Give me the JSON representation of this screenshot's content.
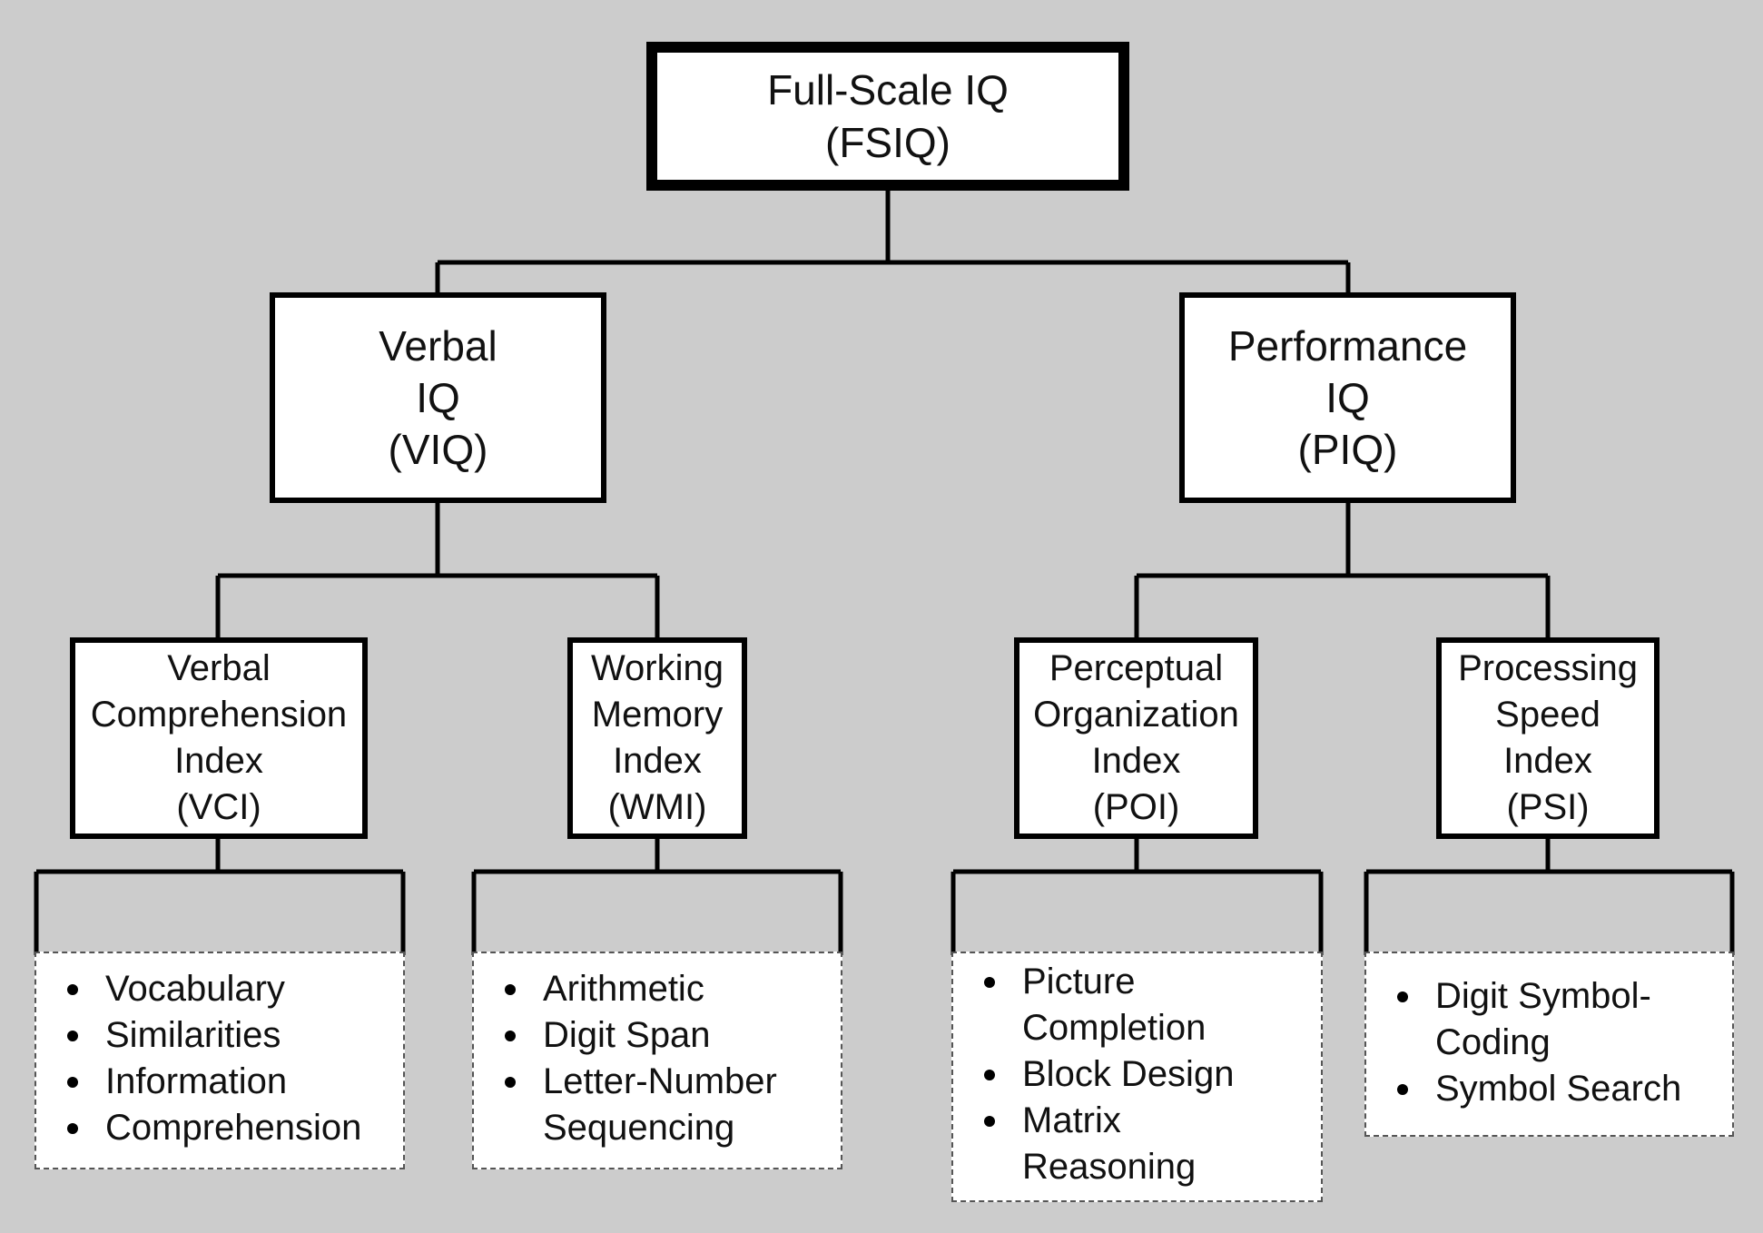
{
  "diagram": {
    "root": {
      "lines": [
        "Full-Scale IQ",
        "(FSIQ)"
      ]
    },
    "verbal_iq": {
      "lines": [
        "Verbal",
        "IQ",
        "(VIQ)"
      ],
      "indices": {
        "vci": {
          "lines": [
            "Verbal",
            "Comprehension",
            "Index",
            "(VCI)"
          ],
          "tests": [
            [
              "Vocabulary"
            ],
            [
              "Similarities"
            ],
            [
              "Information"
            ],
            [
              "Comprehension"
            ]
          ]
        },
        "wmi": {
          "lines": [
            "Working",
            "Memory",
            "Index",
            "(WMI)"
          ],
          "tests": [
            [
              "Arithmetic"
            ],
            [
              "Digit Span"
            ],
            [
              "Letter-Number",
              "Sequencing"
            ]
          ]
        }
      }
    },
    "performance_iq": {
      "lines": [
        "Performance",
        "IQ",
        "(PIQ)"
      ],
      "indices": {
        "poi": {
          "lines": [
            "Perceptual",
            "Organization",
            "Index",
            "(POI)"
          ],
          "tests": [
            [
              "Picture",
              "Completion"
            ],
            [
              "Block Design"
            ],
            [
              "Matrix",
              "Reasoning"
            ]
          ]
        },
        "psi": {
          "lines": [
            "Processing",
            "Speed",
            "Index",
            "(PSI)"
          ],
          "tests": [
            [
              "Digit Symbol-",
              "Coding"
            ],
            [
              "Symbol Search"
            ]
          ]
        }
      }
    }
  }
}
